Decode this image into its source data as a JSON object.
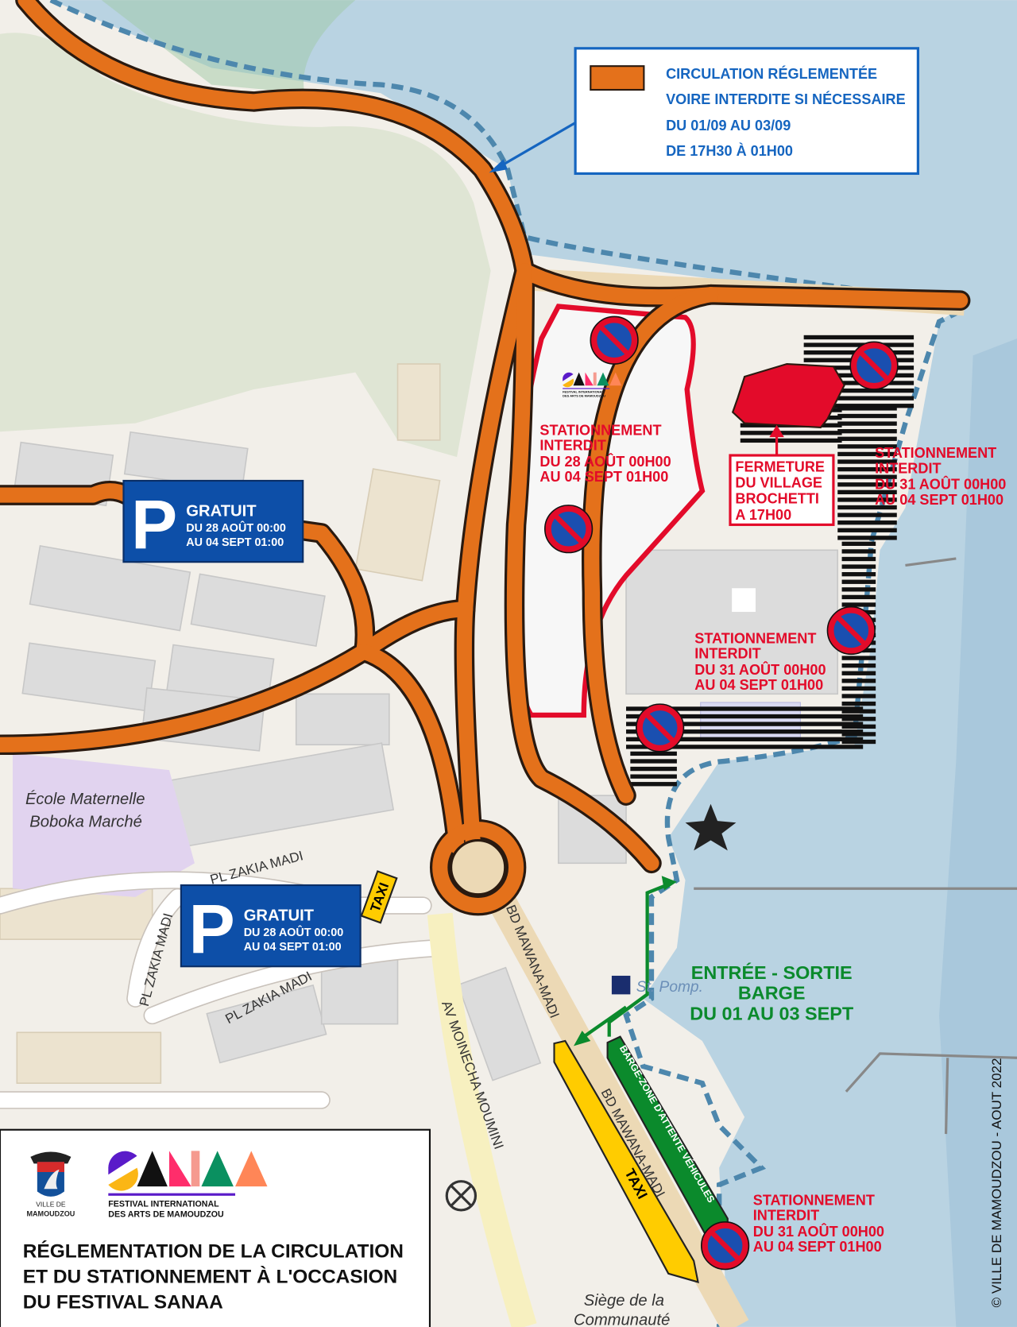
{
  "legend": {
    "swatch_color": "#e4711b",
    "lines": [
      "CIRCULATION RÉGLEMENTÉE",
      "VOIRE INTERDITE SI NÉCESSAIRE",
      "DU 01/09 AU 03/09",
      "DE 17H30 À 01H00"
    ]
  },
  "parking_free": [
    {
      "letter": "P",
      "title": "GRATUIT",
      "line1": "DU 28 AOÛT 00:00",
      "line2": "AU 04 SEPT 01:00"
    },
    {
      "letter": "P",
      "title": "GRATUIT",
      "line1": "DU 28 AOÛT 00:00",
      "line2": "AU 04 SEPT 01:00"
    }
  ],
  "no_parking_zones": [
    {
      "lines": [
        "STATIONNEMENT",
        "INTERDIT",
        "DU 28 AOÛT 00H00",
        "AU 04 SEPT 01H00"
      ]
    },
    {
      "lines": [
        "STATIONNEMENT",
        "INTERDIT",
        "DU 31 AOÛT 00H00",
        "AU 04 SEPT 01H00"
      ]
    },
    {
      "lines": [
        "STATIONNEMENT",
        "INTERDIT",
        "DU 31 AOÛT 00H00",
        "AU 04 SEPT 01H00"
      ]
    },
    {
      "lines": [
        "STATIONNEMENT",
        "INTERDIT",
        "DU 31 AOÛT 00H00",
        "AU 04 SEPT 01H00"
      ]
    }
  ],
  "closure": {
    "lines": [
      "FERMETURE",
      "DU VILLAGE",
      "BROCHETTI",
      "A 17H00"
    ]
  },
  "barge": {
    "lines": [
      "ENTRÉE - SORTIE",
      "BARGE",
      "DU 01 AU 03 SEPT"
    ],
    "zone_label": "BARGE-ZONE D'ATTENTE VÉHICULES"
  },
  "map_labels": {
    "school": [
      "École Maternelle",
      "Boboka Marché"
    ],
    "pl_zakia_madi": "PL ZAKIA MADI",
    "bd_mawana_madi": "BD MAWANA-MADI",
    "av_moinecha": "AV MOINECHA MOUMINI",
    "taxi": "TAXI",
    "st_pomp": "St. Pomp.",
    "siege": [
      "Siège de la",
      "Communauté"
    ]
  },
  "sanaa_logo": {
    "text": "SANAA",
    "subtitle": [
      "FESTIVAL INTERNATIONAL",
      "DES ARTS DE MAMOUDZOU"
    ]
  },
  "ville_logo": {
    "lines": [
      "VILLE DE",
      "MAMOUDZOU"
    ]
  },
  "title": [
    "RÉGLEMENTATION DE LA CIRCULATION",
    "ET DU STATIONNEMENT À L'OCCASION",
    "DU FESTIVAL SANAA"
  ],
  "copyright": "© VILLE DE MAMOUDZOU - AOUT 2022",
  "colors": {
    "restricted_road": "#e4711b",
    "no_parking": "#e30b2a",
    "free_parking": "#0d4fa8",
    "barge": "#0b8a2c",
    "taxi": "#ffcc00",
    "water": "#b9d3e2"
  }
}
